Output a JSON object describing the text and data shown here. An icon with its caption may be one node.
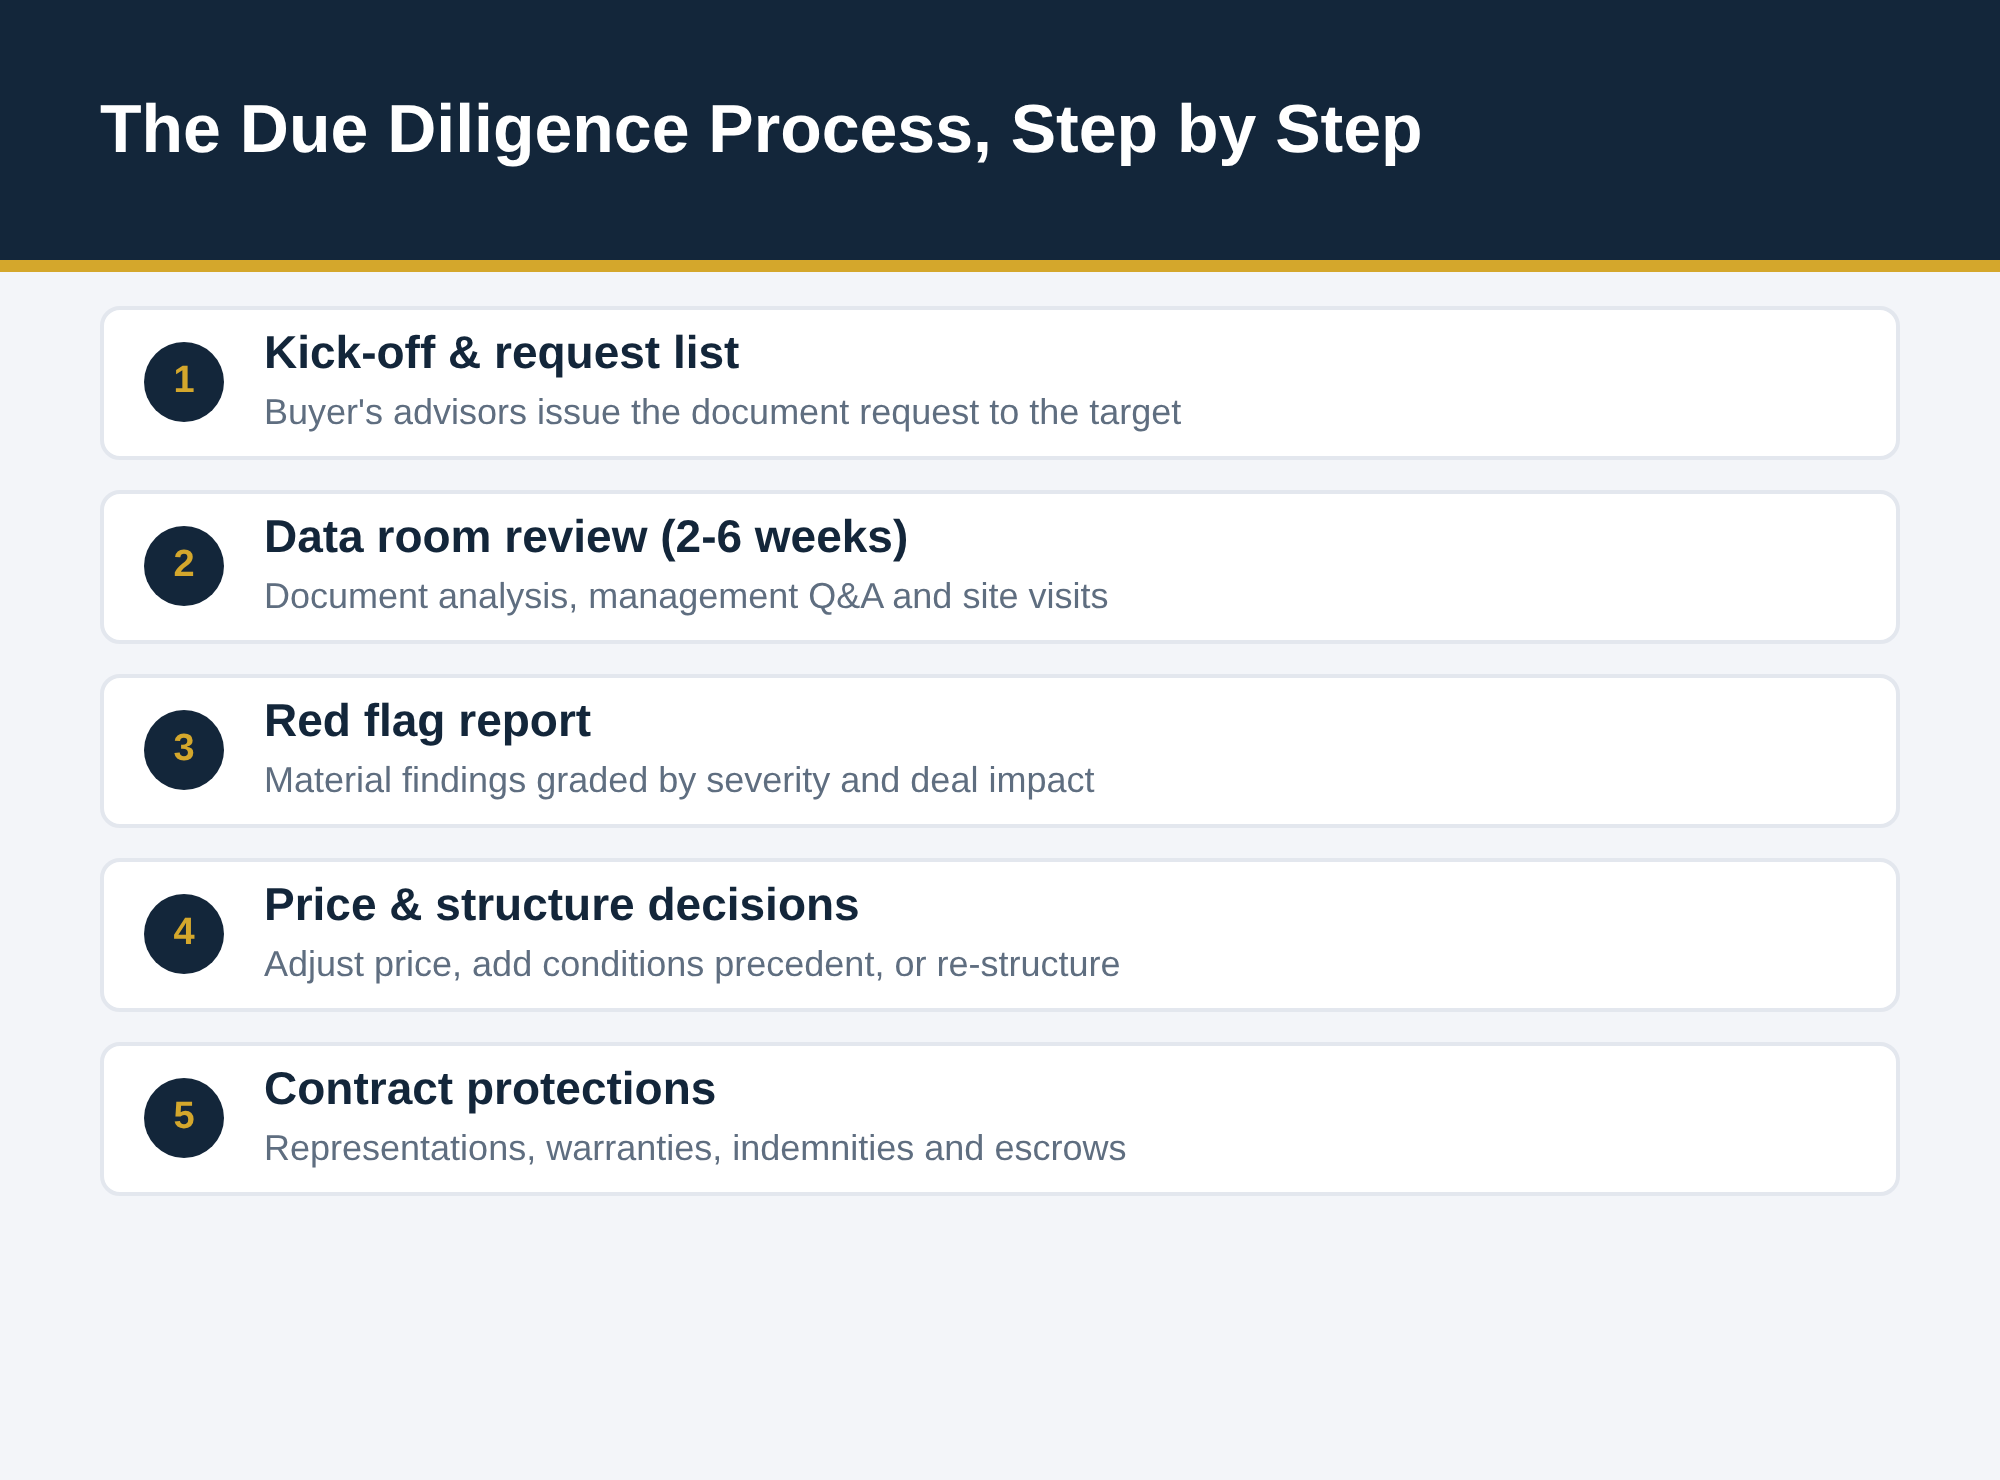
{
  "diagram": {
    "title": "The Due Diligence Process, Step by Step",
    "nodes": [
      {
        "text": [
          "Kick-off & request list",
          "Buyer's advisors issue the document request to the target"
        ]
      },
      {
        "text": [
          "1"
        ],
        "in": 0
      },
      {
        "text": [
          "Data room review (2-6 weeks)",
          "Document analysis, management Q&A and site visits"
        ]
      },
      {
        "text": [
          "2"
        ],
        "in": 2
      },
      {
        "text": [
          "Red flag report",
          "Material findings graded by severity and deal impact"
        ]
      },
      {
        "text": [
          "3"
        ],
        "in": 4
      },
      {
        "text": [
          "Price & structure decisions",
          "Adjust price, add conditions precedent, or re-structure"
        ]
      },
      {
        "text": [
          "4"
        ],
        "in": 6
      },
      {
        "text": [
          "Contract protections",
          "Representations, warranties, indemnities and escrows"
        ]
      },
      {
        "text": [
          "5"
        ],
        "in": 8
      }
    ]
  }
}
